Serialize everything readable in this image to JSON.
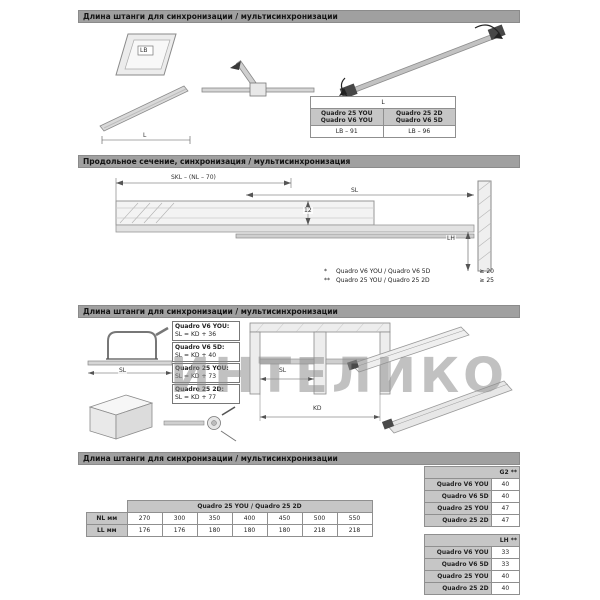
{
  "watermark": "ИНТЕЛИКО",
  "sections": {
    "s1": {
      "title": "Длина штанги для синхронизации / мультисинхронизации",
      "labels": {
        "lb": "LB",
        "l": "L"
      },
      "table": {
        "header": "L",
        "col1": [
          "Quadro 25 YOU",
          "Quadro V6 YOU"
        ],
        "col2": [
          "Quadro 25 2D",
          "Quadro V6 5D"
        ],
        "val1": "LB – 91",
        "val2": "LB – 96"
      }
    },
    "s2": {
      "title": "Продольное сечение, синхронизация / мультисинхронизация",
      "dims": {
        "skl": "SKL – (NL – 70)",
        "d12": "12",
        "sl": "SL",
        "lh": "LH"
      },
      "notes": [
        {
          "mark": "*",
          "names": "Quadro V6 YOU / Quadro V6 5D",
          "value": "≥ 20"
        },
        {
          "mark": "**",
          "names": "Quadro 25 YOU / Quadro 25 2D",
          "value": "≥ 25"
        }
      ]
    },
    "s3": {
      "title": "Длина штанги для синхронизации / мультисинхронизации",
      "formulas": [
        {
          "name": "Quadro V6 YOU:",
          "formula": "SL = KD + 36"
        },
        {
          "name": "Quadro V6 5D:",
          "formula": "SL = KD + 40"
        },
        {
          "name": "Quadro 25 YOU:",
          "formula": "SL = KD + 73"
        },
        {
          "name": "Quadro 25 2D:",
          "formula": "SL = KD + 77"
        }
      ],
      "dims": {
        "sl_saw": "SL",
        "sl": "SL",
        "kd": "KD"
      }
    },
    "s4": {
      "title": "Длина штанги для синхронизации / мультисинхронизации",
      "main_table": {
        "header": "Quadro 25 YOU / Quadro 25 2D",
        "row1_label": "NL мм",
        "row1": [
          "270",
          "300",
          "350",
          "400",
          "450",
          "500",
          "550"
        ],
        "row2_label": "LL мм",
        "row2": [
          "176",
          "176",
          "180",
          "180",
          "180",
          "218",
          "218"
        ]
      },
      "g2_table": {
        "header": "G2 **",
        "rows": [
          {
            "label": "Quadro V6 YOU",
            "value": "40"
          },
          {
            "label": "Quadro V6 5D",
            "value": "40"
          },
          {
            "label": "Quadro 25 YOU",
            "value": "47"
          },
          {
            "label": "Quadro 25 2D",
            "value": "47"
          }
        ]
      },
      "lh_table": {
        "header": "LH **",
        "rows": [
          {
            "label": "Quadro V6 YOU",
            "value": "33"
          },
          {
            "label": "Quadro V6 5D",
            "value": "33"
          },
          {
            "label": "Quadro 25 YOU",
            "value": "40"
          },
          {
            "label": "Quadro 25 2D",
            "value": "40"
          }
        ]
      }
    }
  }
}
